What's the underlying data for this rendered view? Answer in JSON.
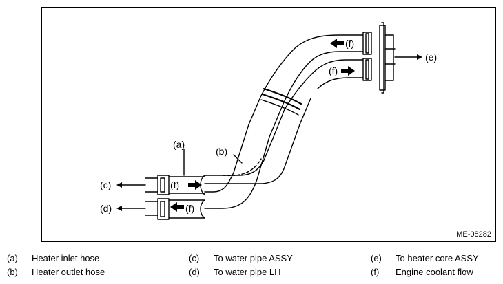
{
  "figure": {
    "code": "ME-08282",
    "callouts": {
      "a": "(a)",
      "b": "(b)",
      "c": "(c)",
      "d": "(d)",
      "e": "(e)",
      "f": "(f)"
    }
  },
  "legend": [
    {
      "key": "(a)",
      "text": "Heater inlet hose"
    },
    {
      "key": "(b)",
      "text": "Heater outlet hose"
    },
    {
      "key": "(c)",
      "text": "To water pipe ASSY"
    },
    {
      "key": "(d)",
      "text": "To water pipe LH"
    },
    {
      "key": "(e)",
      "text": "To heater core ASSY"
    },
    {
      "key": "(f)",
      "text": "Engine coolant flow"
    }
  ]
}
